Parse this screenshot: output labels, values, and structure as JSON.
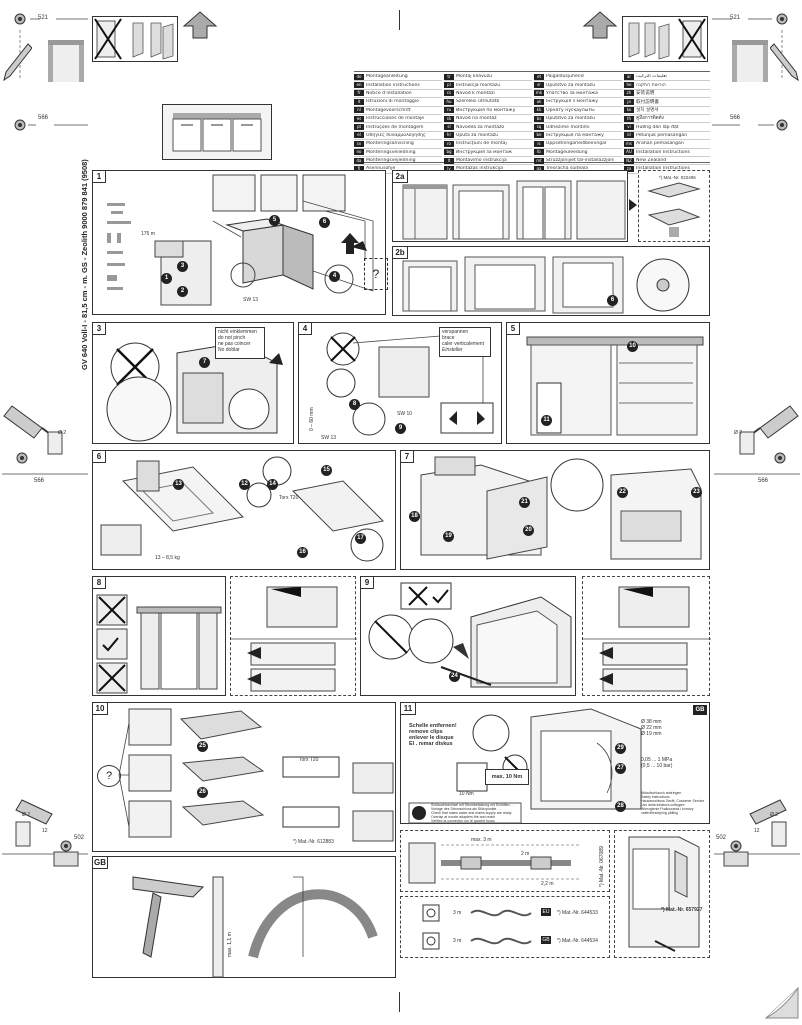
{
  "margin_marks": {
    "top_left_dim": "521",
    "top_right_dim": "521",
    "mid_left_dim": "566",
    "mid_right_dim": "566",
    "side_left_dim": "566",
    "side_right_dim": "566",
    "bottom_left_dim": "502",
    "bottom_right_dim": "502",
    "drill_left": "Ø 2",
    "drill_right": "Ø 2",
    "drill_left_bottom": "Ø 2",
    "drill_right_bottom": "Ø 2",
    "drill_depth": "12"
  },
  "language_table": {
    "col1": [
      {
        "code": "de",
        "text": "Montageanleitung"
      },
      {
        "code": "en",
        "text": "Installation instructions"
      },
      {
        "code": "fr",
        "text": "Notice d'installation"
      },
      {
        "code": "it",
        "text": "Istruzioni di montaggio"
      },
      {
        "code": "nl",
        "text": "Montagevoorschrift"
      },
      {
        "code": "es",
        "text": "Instrucciones de montaje"
      },
      {
        "code": "pt",
        "text": "Instruções de montagem"
      },
      {
        "code": "el",
        "text": "Οδηγίες συναρμολόγησης"
      },
      {
        "code": "sv",
        "text": "Monteringsanvisning"
      },
      {
        "code": "no",
        "text": "Monteringsveiledning"
      },
      {
        "code": "da",
        "text": "Monteringsvejledning"
      },
      {
        "code": "fi",
        "text": "Asennusohje"
      }
    ],
    "col2": [
      {
        "code": "tr",
        "text": "Montaj kılavuzu"
      },
      {
        "code": "pl",
        "text": "Instrukcja montażu"
      },
      {
        "code": "cs",
        "text": "Návod k montáži"
      },
      {
        "code": "hu",
        "text": "Szerelési útmutató"
      },
      {
        "code": "ru",
        "text": "Инструкция по монтажу"
      },
      {
        "code": "sk",
        "text": "Návod na montáž"
      },
      {
        "code": "sl",
        "text": "Navodila za montažo"
      },
      {
        "code": "hr",
        "text": "Uputa za montažu"
      },
      {
        "code": "ro",
        "text": "Instrucţiuni de montaj"
      },
      {
        "code": "bg",
        "text": "Инструкция за монтаж"
      },
      {
        "code": "lt",
        "text": "Montavimo instrukcija"
      },
      {
        "code": "lv",
        "text": "Montāžas instrukcija"
      }
    ],
    "col3": [
      {
        "code": "et",
        "text": "Paigaldusjuhend"
      },
      {
        "code": "sr",
        "text": "Uputstvo za montažu"
      },
      {
        "code": "mk",
        "text": "Упатство за монтажа"
      },
      {
        "code": "uk",
        "text": "Інструкція з монтажу"
      },
      {
        "code": "kk",
        "text": "Орнату нұсқаулығы"
      },
      {
        "code": "bs",
        "text": "Uputstvo za montažu"
      },
      {
        "code": "sq",
        "text": "Udhëzime montimi"
      },
      {
        "code": "be",
        "text": "Інструкцыя па мантажу"
      },
      {
        "code": "is",
        "text": "Uppsetningarleiðbeiningar"
      },
      {
        "code": "lb",
        "text": "Montageuleedung"
      },
      {
        "code": "mt",
        "text": "Struzzjonijiet tal-installazzjoni"
      },
      {
        "code": "ga",
        "text": "Treoracha suiteála"
      }
    ],
    "col4": [
      {
        "code": "ar",
        "text": "تعليمات التركيب"
      },
      {
        "code": "he",
        "text": "הוראות התקנה"
      },
      {
        "code": "zh",
        "text": "安装说明"
      },
      {
        "code": "ja",
        "text": "取付説明書"
      },
      {
        "code": "ko",
        "text": "설치 설명서"
      },
      {
        "code": "th",
        "text": "คู่มือการติดตั้ง"
      },
      {
        "code": "vi",
        "text": "Hướng dẫn lắp đặt"
      },
      {
        "code": "id",
        "text": "Petunjuk pemasangan"
      },
      {
        "code": "ms",
        "text": "Arahan pemasangan"
      },
      {
        "code": "AU",
        "text": "Installation Instructions"
      },
      {
        "code": "NZ",
        "text": "New Zealand"
      },
      {
        "code": "za",
        "text": "Installation Instructions"
      }
    ]
  },
  "vertical_title": "GV 640 Voll-I - 81,5 cm - m. GS - Zeolith    9000 879 841 (9508)",
  "panels": {
    "p1": "1",
    "p2a": "2a",
    "p2b": "2b",
    "p3": "3",
    "p4": "4",
    "p5": "5",
    "p6": "6",
    "p7": "7",
    "p8": "8",
    "p9": "9",
    "p10": "10",
    "p11": "11",
    "pgb": "GB"
  },
  "callouts": {
    "p1": [
      "1",
      "2",
      "3",
      "4",
      "5",
      "6"
    ],
    "p2b": [
      "6"
    ],
    "p3": [
      "7"
    ],
    "p4": [
      "8",
      "9"
    ],
    "p5": [
      "10",
      "11"
    ],
    "p6": [
      "12",
      "13",
      "14",
      "15",
      "16",
      "17"
    ],
    "p7": [
      "18",
      "19",
      "20",
      "21",
      "22",
      "23"
    ],
    "p9": [
      "24"
    ],
    "p10": [
      "25",
      "26"
    ],
    "p11": [
      "27",
      "28",
      "29"
    ]
  },
  "panel1": {
    "parts": [
      "1",
      "2",
      "3"
    ],
    "sw": "SW 13",
    "length_label": "175 m"
  },
  "panel2a": {
    "mat_nr": "*) Mat.-Nr. 022496",
    "question": "?"
  },
  "panel3": {
    "warning": [
      "nicht einklemmen",
      "do not pinch",
      "ne pas coincer",
      "No doblar"
    ]
  },
  "panel4": {
    "warning": [
      "verspannen",
      "brace",
      "caler verticalement",
      "Einsteller"
    ],
    "dim": "0 – 60 mm",
    "sw1": "SW 10",
    "sw2": "SW 13"
  },
  "panel6": {
    "weight": "13 – 8,5 kg",
    "torx": "Torx T20"
  },
  "panel10": {
    "question": "?",
    "mat_nr": "*) Mat.-Nr. 612883",
    "torx": "Torx T20"
  },
  "panel11": {
    "gb_tag": "GB",
    "warning": [
      "Schelle entfernen!",
      "remove clips",
      "enlever le disque",
      "El . nımar diskus"
    ],
    "max_torque": "max. 10 Nm",
    "torque_small": "10 Nm",
    "pressure": "0,05 ... 1 MPa",
    "pressure2": "(0,5 ... 10 bar)",
    "dims": [
      "Ø 38 mm",
      "Ø 22 mm",
      "Ø 19 mm"
    ],
    "note_gb": [
      "Schlauchwechsel mit Strombelastung mit Schritten. . .",
      "Vorlage des Stromschluss als Stützpunkte . . .",
      "Check that mains water and mains supply are ready",
      "Overlap at nozzle adapters the and reach",
      "Vérifiez la connexion sur le ganche tuyau"
    ],
    "ac_note": [
      "Ablaufschlauch anbringen",
      "Safety instructions",
      "Hausanschluss Gerät, Customer Service",
      "Uso della tubatura collegare",
      "Wierzgienie Pralkowania i komory",
      "vattenförsörjning pålitlig"
    ]
  },
  "bottom_mid": {
    "hose_dims": [
      "max. 3 m",
      "2 m",
      "2,2 m"
    ],
    "mat_1": "*) Mat.-Nr. 644533",
    "mat_2": "*) Mat.-Nr. 644534",
    "len_1": "3 m",
    "len_2": "3 m",
    "badge_1": "EU",
    "badge_2": "GB",
    "side_mat": "*) Mat.-Nr. 067089"
  },
  "bottom_right": {
    "mat_nr": "*) Mat.-Nr. 657927"
  },
  "bottom_left_gb": {
    "dim": "max. 1,1 m"
  }
}
